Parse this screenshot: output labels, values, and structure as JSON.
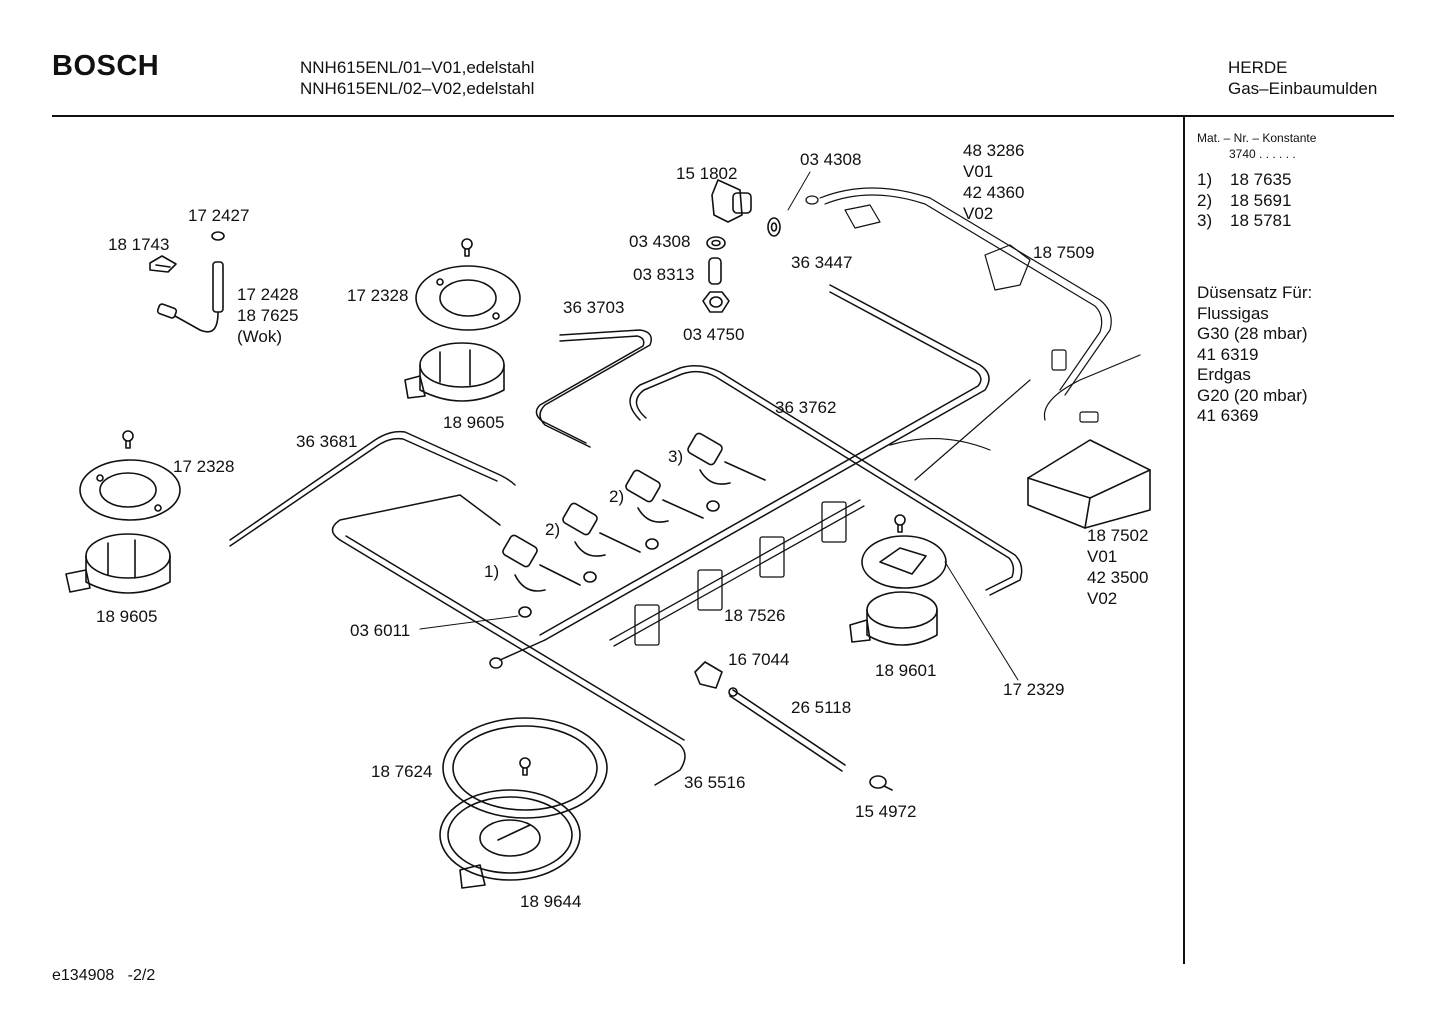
{
  "header": {
    "brand": "BOSCH",
    "models": [
      "NNH615ENL/01–V01,edelstahl",
      "NNH615ENL/02–V02,edelstahl"
    ],
    "category": [
      "HERDE",
      "Gas–Einbaumulden"
    ]
  },
  "sidebar": {
    "mat_title": "Mat. – Nr. – Konstante",
    "mat_prefix": "3740  .  .    .  .  .  .",
    "variants": [
      {
        "key": "1)",
        "value": "18 7635"
      },
      {
        "key": "2)",
        "value": "18 5691"
      },
      {
        "key": "3)",
        "value": "18 5781"
      }
    ],
    "nozzle_lines": [
      "Düsensatz Für:",
      "Flussigas",
      "G30 (28 mbar)",
      "41 6319",
      "Erdgas",
      "G20 (20 mbar)",
      "41 6369"
    ]
  },
  "parts": {
    "p172427": "17 2427",
    "p181743": "18 1743",
    "p172428": "17 2428",
    "p187625": "18 7625",
    "wok": "(Wok)",
    "p172328a": "17 2328",
    "p189605a": "18 9605",
    "p363703": "36 3703",
    "p151802": "15 1802",
    "p034308a": "03 4308",
    "p034308b": "03 4308",
    "p038313": "03 8313",
    "p034750": "03 4750",
    "p483286": "48 3286",
    "v01a": "V01",
    "p424360": "42 4360",
    "v02a": "V02",
    "p187509": "18 7509",
    "p363447": "36 3447",
    "p363762": "36 3762",
    "p363681": "36 3681",
    "p172328b": "17 2328",
    "p189605b": "18 9605",
    "v3": "3)",
    "v2a": "2)",
    "v2b": "2)",
    "v1": "1)",
    "p036011": "03 6011",
    "p187526": "18 7526",
    "p187502": "18 7502",
    "v01b": "V01",
    "p423500": "42 3500",
    "v02b": "V02",
    "p189601": "18 9601",
    "p172329": "17 2329",
    "p167044": "16 7044",
    "p265118": "26 5118",
    "p187624": "18 7624",
    "p365516": "36 5516",
    "p154972": "15 4972",
    "p189644": "18 9644"
  },
  "footer": {
    "doc_id": "e134908",
    "page": "-2/2"
  }
}
